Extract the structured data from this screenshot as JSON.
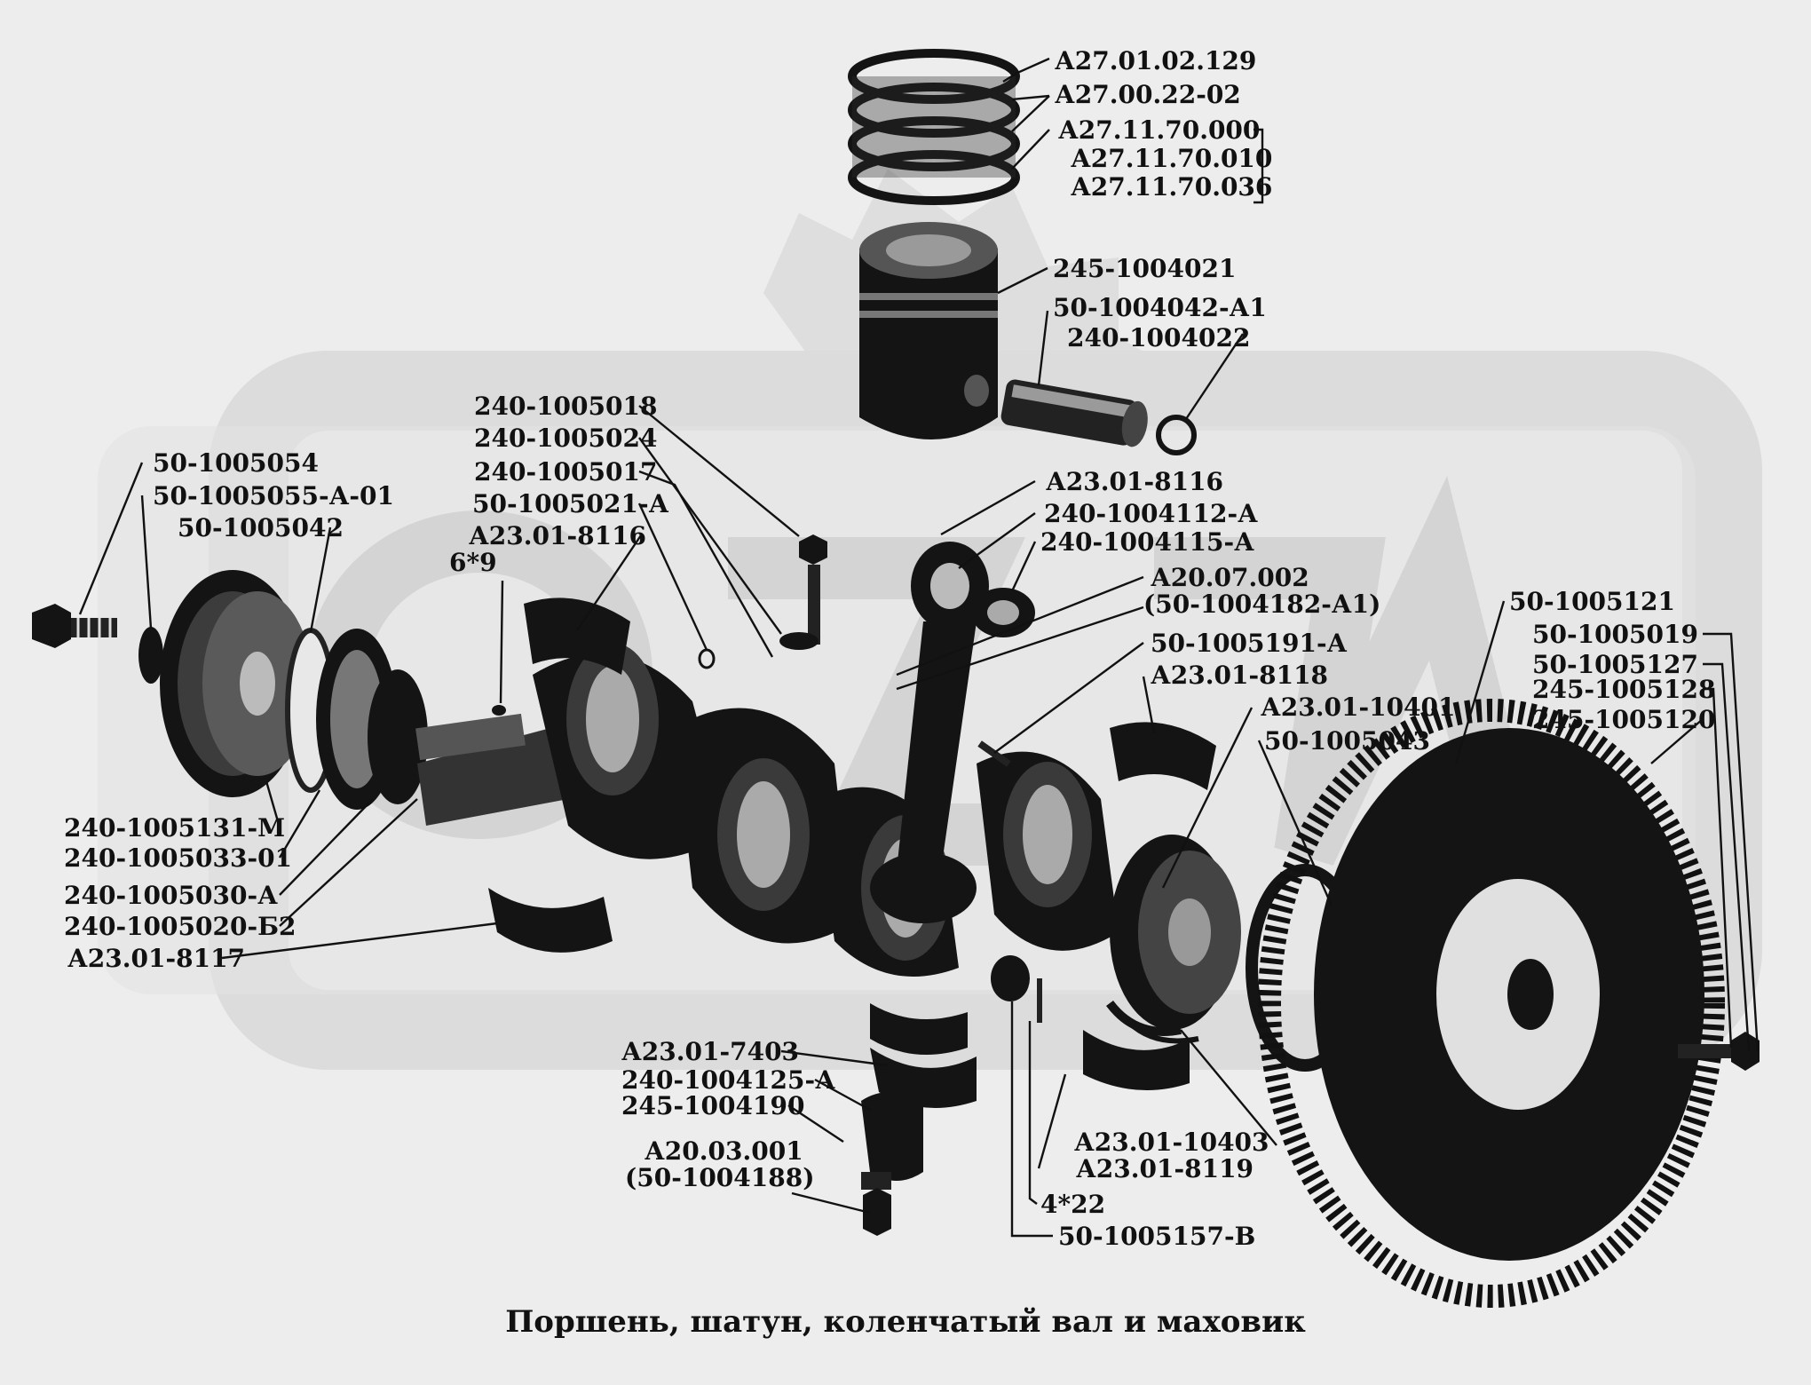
{
  "caption": "Поршень, шатун, коленчатый вал и маховик",
  "labels": {
    "ring_top": "А27.01.02.129",
    "ring_mid": "А27.00.22-02",
    "ring_set_1": "А27.11.70.000",
    "ring_set_2": "А27.11.70.010",
    "ring_set_3": "А27.11.70.036",
    "piston": "245-1004021",
    "pin_1": "50-1004042-А1",
    "pin_2": "240-1004022",
    "bolt_018": "240-1005018",
    "washer_024": "240-1005024",
    "ring_017": "240-1005017",
    "pin_021": "50-1005021-А",
    "bearing_left": "А23.01-8116",
    "pin_6x9": "6*9",
    "pulley_bolt": "50-1005054",
    "pulley_washer": "50-1005055-А-01",
    "pulley": "50-1005042",
    "bearing_top": "А23.01-8116",
    "rod_112": "240-1004112-А",
    "bush_115": "240-1004115-А",
    "rod_assy_1": "А20.07.002",
    "rod_assy_2": "(50-1004182-А1)",
    "key_191": "50-1005191-А",
    "bearing_8118": "А23.01-8118",
    "thrust_10401": "А23.01-10401",
    "seal_043": "50-1005043",
    "flywheel_121": "50-1005121",
    "bolt_019": "50-1005019",
    "bolt_127": "50-1005127",
    "ring_128": "245-1005128",
    "flywheel_120": "245-1005120",
    "hub_131": "240-1005131-М",
    "gear_033": "240-1005033-01",
    "gear_030": "240-1005030-А",
    "shaft_020": "240-1005020-Б2",
    "bearing_8117": "А23.01-8117",
    "bearing_7403": "А23.01-7403",
    "cap_125": "240-1004125-А",
    "bolt_190": "245-1004190",
    "nut_assy_1": "А20.03.001",
    "nut_assy_2": "(50-1004188)",
    "thrust_10403": "А23.01-10403",
    "bearing_8119": "А23.01-8119",
    "pin_4x22": "4*22",
    "plug_157": "50-1005157-В"
  }
}
